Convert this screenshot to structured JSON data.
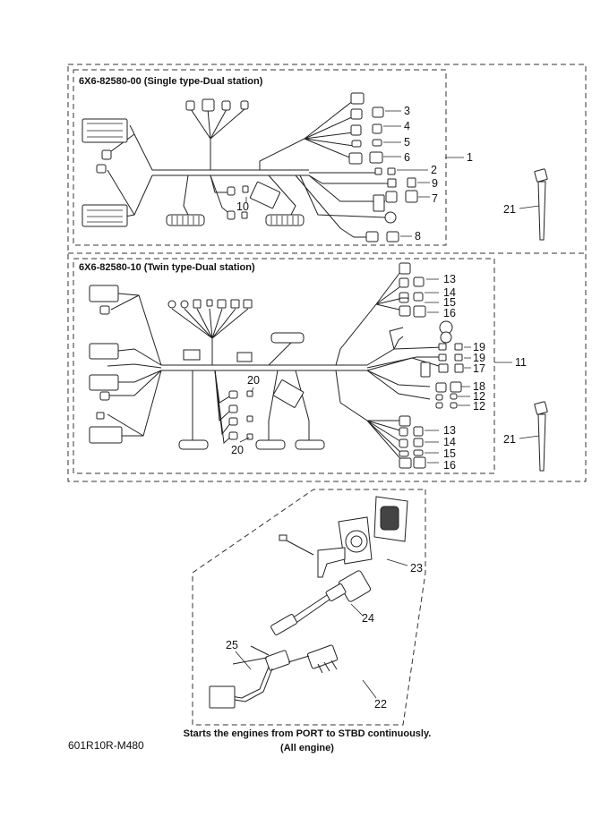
{
  "sections": {
    "single": {
      "title": "6X6-82580-00 (Single type-Dual station)"
    },
    "twin": {
      "title": "6X6-82580-10 (Twin type-Dual station)"
    }
  },
  "callouts": {
    "c1": "1",
    "c2": "2",
    "c3": "3",
    "c4": "4",
    "c5": "5",
    "c6": "6",
    "c7": "7",
    "c8": "8",
    "c9": "9",
    "c10": "10",
    "c11": "11",
    "c12a": "12",
    "c12b": "12",
    "c13a": "13",
    "c13b": "13",
    "c14a": "14",
    "c14b": "14",
    "c15a": "15",
    "c15b": "15",
    "c16a": "16",
    "c16b": "16",
    "c17": "17",
    "c18": "18",
    "c19a": "19",
    "c19b": "19",
    "c20a": "20",
    "c20b": "20",
    "c21a": "21",
    "c21b": "21",
    "c22": "22",
    "c23": "23",
    "c24": "24",
    "c25": "25"
  },
  "note": {
    "line1": "Starts the engines from PORT to STBD continuously.",
    "line2": "(All engine)"
  },
  "figure_code": "601R10R-M480"
}
